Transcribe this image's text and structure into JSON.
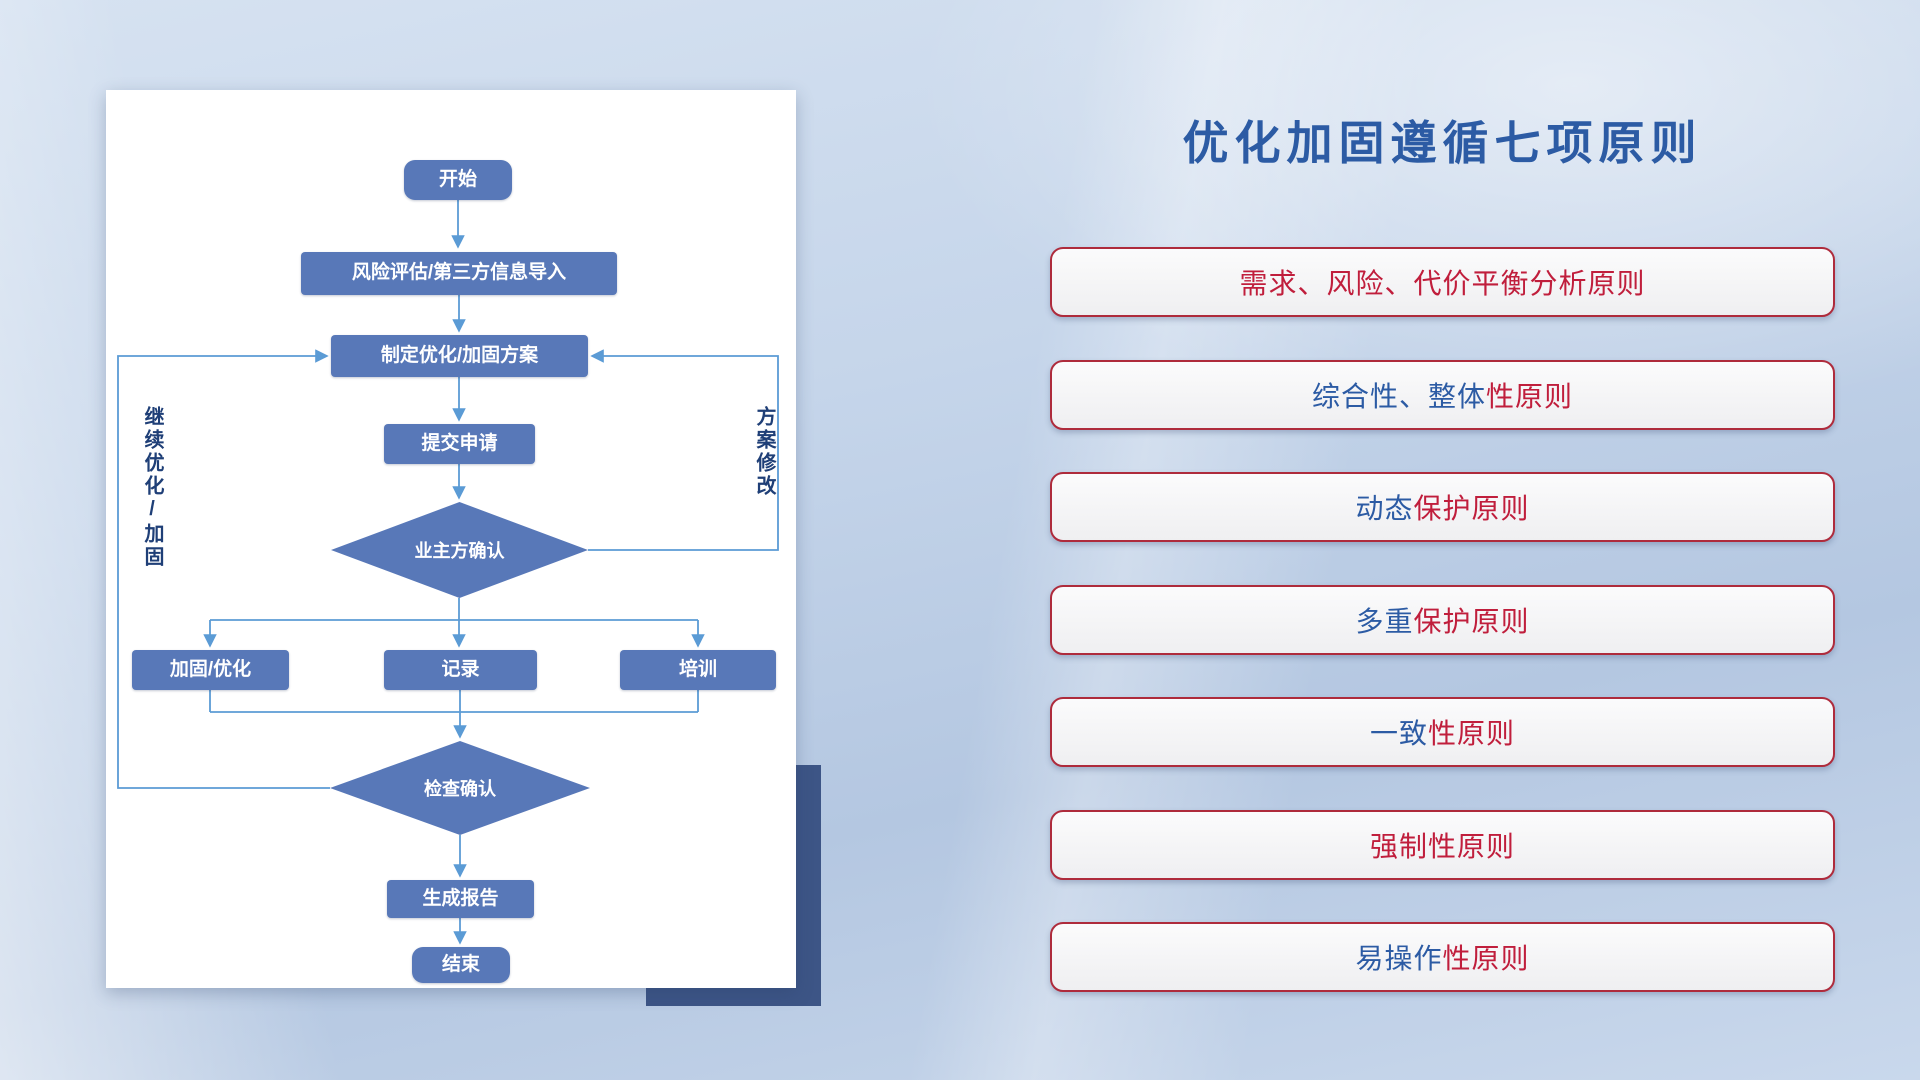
{
  "flowchart": {
    "nodes": {
      "start": "开始",
      "risk": "风险评估/第三方信息导入",
      "plan": "制定优化/加固方案",
      "submit": "提交申请",
      "confirm": "业主方确认",
      "reinforce": "加固/优化",
      "record": "记录",
      "training": "培训",
      "check": "检查确认",
      "report": "生成报告",
      "end": "结束"
    },
    "labels": {
      "left_loop": "继续优化/加固",
      "right_loop": "方案修改"
    }
  },
  "right_panel": {
    "title": "优化加固遵循七项原则",
    "principles": [
      {
        "blue": "",
        "red": "需求、风险、代价平衡分析原则"
      },
      {
        "blue": "综合性、整体",
        "red": "性原则"
      },
      {
        "blue": "动态",
        "red": "保护原则"
      },
      {
        "blue": "多重",
        "red": "保护原则"
      },
      {
        "blue": "一致",
        "red": "性原则"
      },
      {
        "blue": "",
        "red": "强制性原则"
      },
      {
        "blue": "易操作",
        "red": "性原则"
      }
    ]
  },
  "colors": {
    "node_fill": "#5878b8",
    "connector_blue": "#5b9bd5",
    "title_blue": "#2c5ba4",
    "principle_red": "#c01e3c",
    "principle_border": "#ae2b3c",
    "accent_navy": "#3d5586",
    "loop_label_navy": "#1f3f77"
  }
}
